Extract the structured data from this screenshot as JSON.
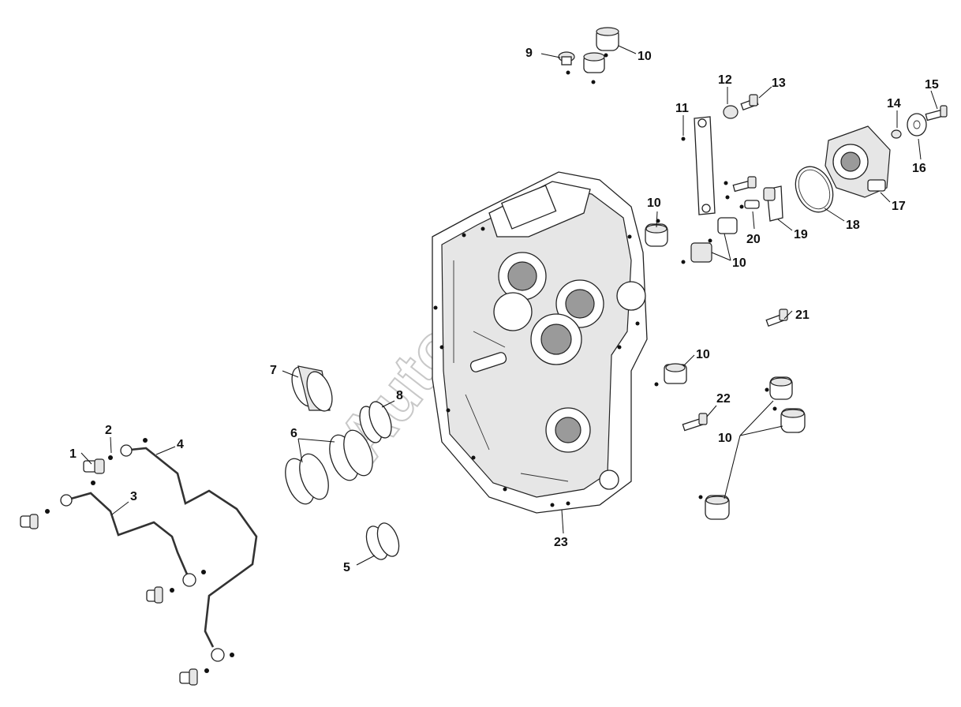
{
  "diagram": {
    "watermark": "Autosoft",
    "callouts": [
      {
        "id": "c1",
        "label": "1"
      },
      {
        "id": "c2",
        "label": "2"
      },
      {
        "id": "c3",
        "label": "3"
      },
      {
        "id": "c4",
        "label": "4"
      },
      {
        "id": "c5",
        "label": "5"
      },
      {
        "id": "c6",
        "label": "6"
      },
      {
        "id": "c7",
        "label": "7"
      },
      {
        "id": "c8",
        "label": "8"
      },
      {
        "id": "c9",
        "label": "9"
      },
      {
        "id": "c10a",
        "label": "10"
      },
      {
        "id": "c10b",
        "label": "10"
      },
      {
        "id": "c10c",
        "label": "10"
      },
      {
        "id": "c10d",
        "label": "10"
      },
      {
        "id": "c10e",
        "label": "10"
      },
      {
        "id": "c11",
        "label": "11"
      },
      {
        "id": "c12",
        "label": "12"
      },
      {
        "id": "c13",
        "label": "13"
      },
      {
        "id": "c14",
        "label": "14"
      },
      {
        "id": "c15",
        "label": "15"
      },
      {
        "id": "c16",
        "label": "16"
      },
      {
        "id": "c17",
        "label": "17"
      },
      {
        "id": "c18",
        "label": "18"
      },
      {
        "id": "c19",
        "label": "19"
      },
      {
        "id": "c20",
        "label": "20"
      },
      {
        "id": "c21",
        "label": "21"
      },
      {
        "id": "c22",
        "label": "22"
      },
      {
        "id": "c23",
        "label": "23"
      }
    ]
  }
}
